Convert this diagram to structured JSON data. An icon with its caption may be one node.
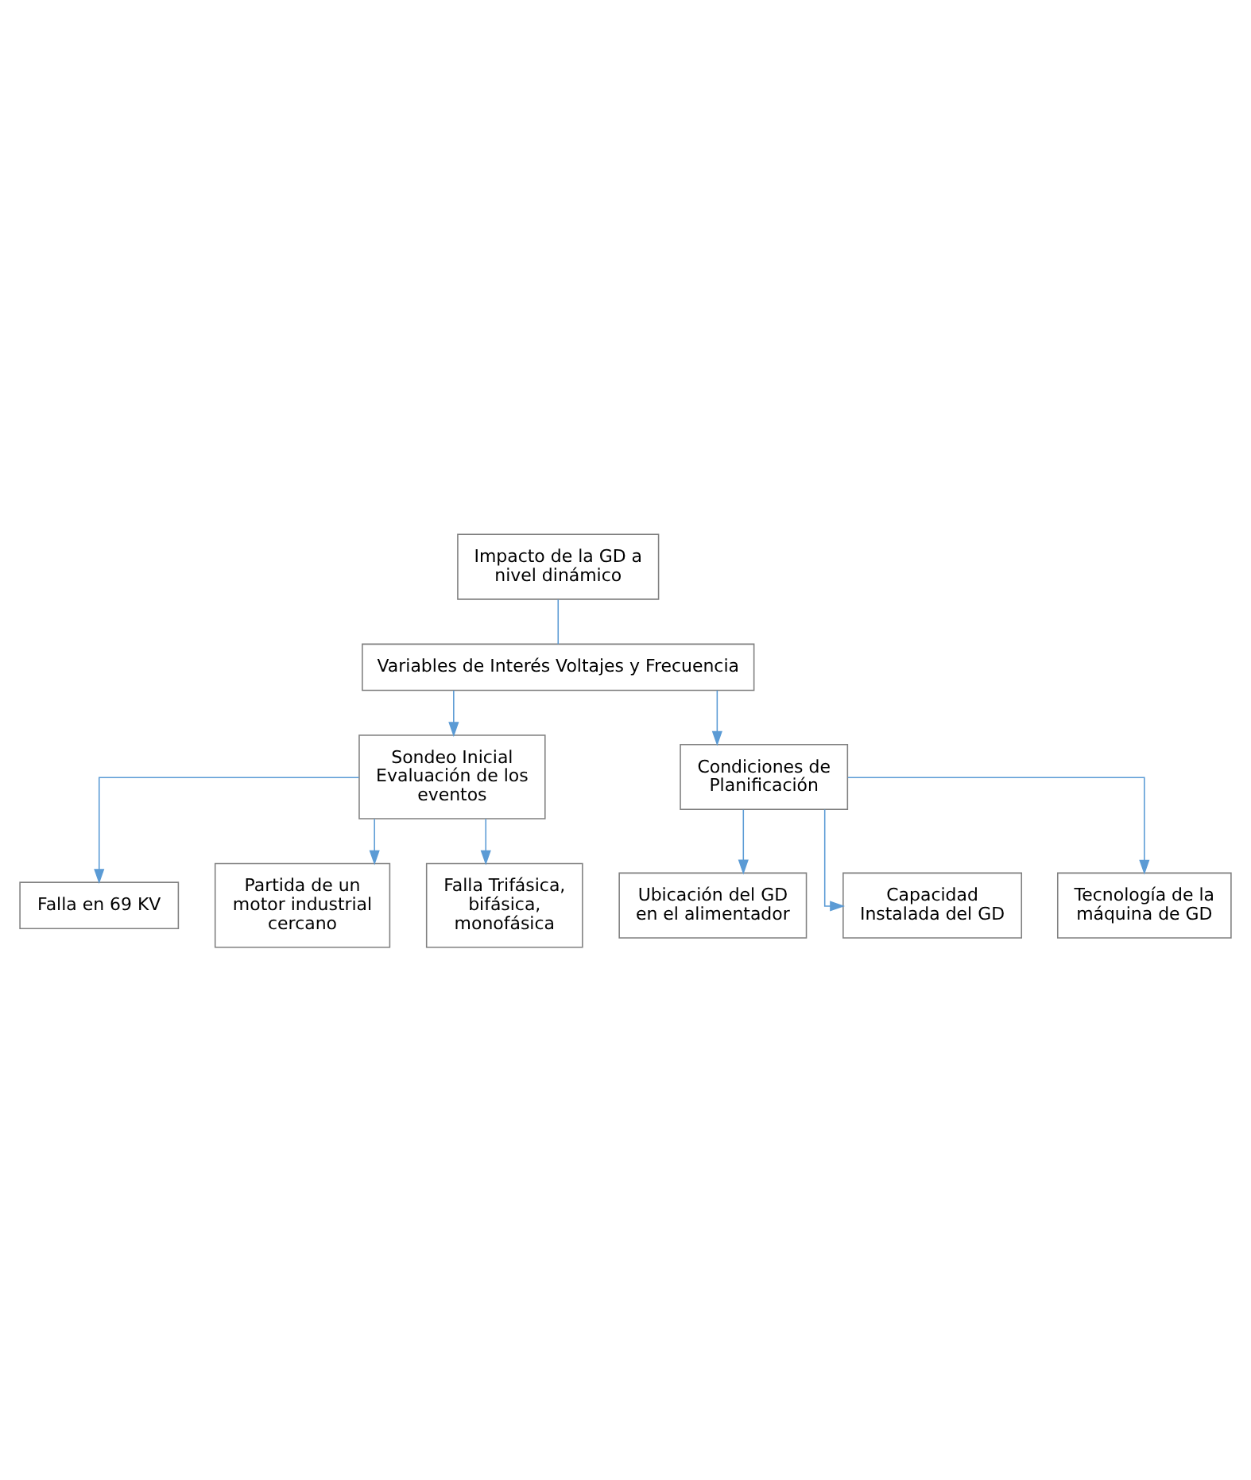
{
  "diagram": {
    "nodes": [
      {
        "text": [
          "Impacto de la GD a nivel dinámico"
        ]
      },
      {
        "text": [
          "Variables de Interés Voltajes y Frecuencia"
        ]
      },
      {
        "text": [
          "Sondeo Inicial Evaluación de los eventos"
        ]
      },
      {
        "text": [
          "Condiciones de Planificación"
        ]
      },
      {
        "text": [
          "Falla en 69 KV"
        ]
      },
      {
        "text": [
          "Partida de un motor industrial cercano"
        ]
      },
      {
        "text": [
          "Falla Trifásica, bifásica, monofásica"
        ]
      },
      {
        "text": [
          "Ubicación del GD en el alimentador"
        ]
      },
      {
        "text": [
          "Capacidad Instalada del GD"
        ]
      },
      {
        "text": [
          "Tecnología de la máquina de GD"
        ]
      }
    ],
    "edges": [
      {
        "from": 0,
        "to": 1,
        "arrow": "none"
      },
      {
        "from": 1,
        "to": 2,
        "arrow": "to"
      },
      {
        "from": 1,
        "to": 3,
        "arrow": "to"
      },
      {
        "from": 2,
        "to": 4,
        "arrow": "to"
      },
      {
        "from": 2,
        "to": 5,
        "arrow": "to"
      },
      {
        "from": 2,
        "to": 6,
        "arrow": "to"
      },
      {
        "from": 3,
        "to": 7,
        "arrow": "to"
      },
      {
        "from": 3,
        "to": 8,
        "arrow": "to"
      },
      {
        "from": 3,
        "to": 9,
        "arrow": "to"
      }
    ]
  }
}
